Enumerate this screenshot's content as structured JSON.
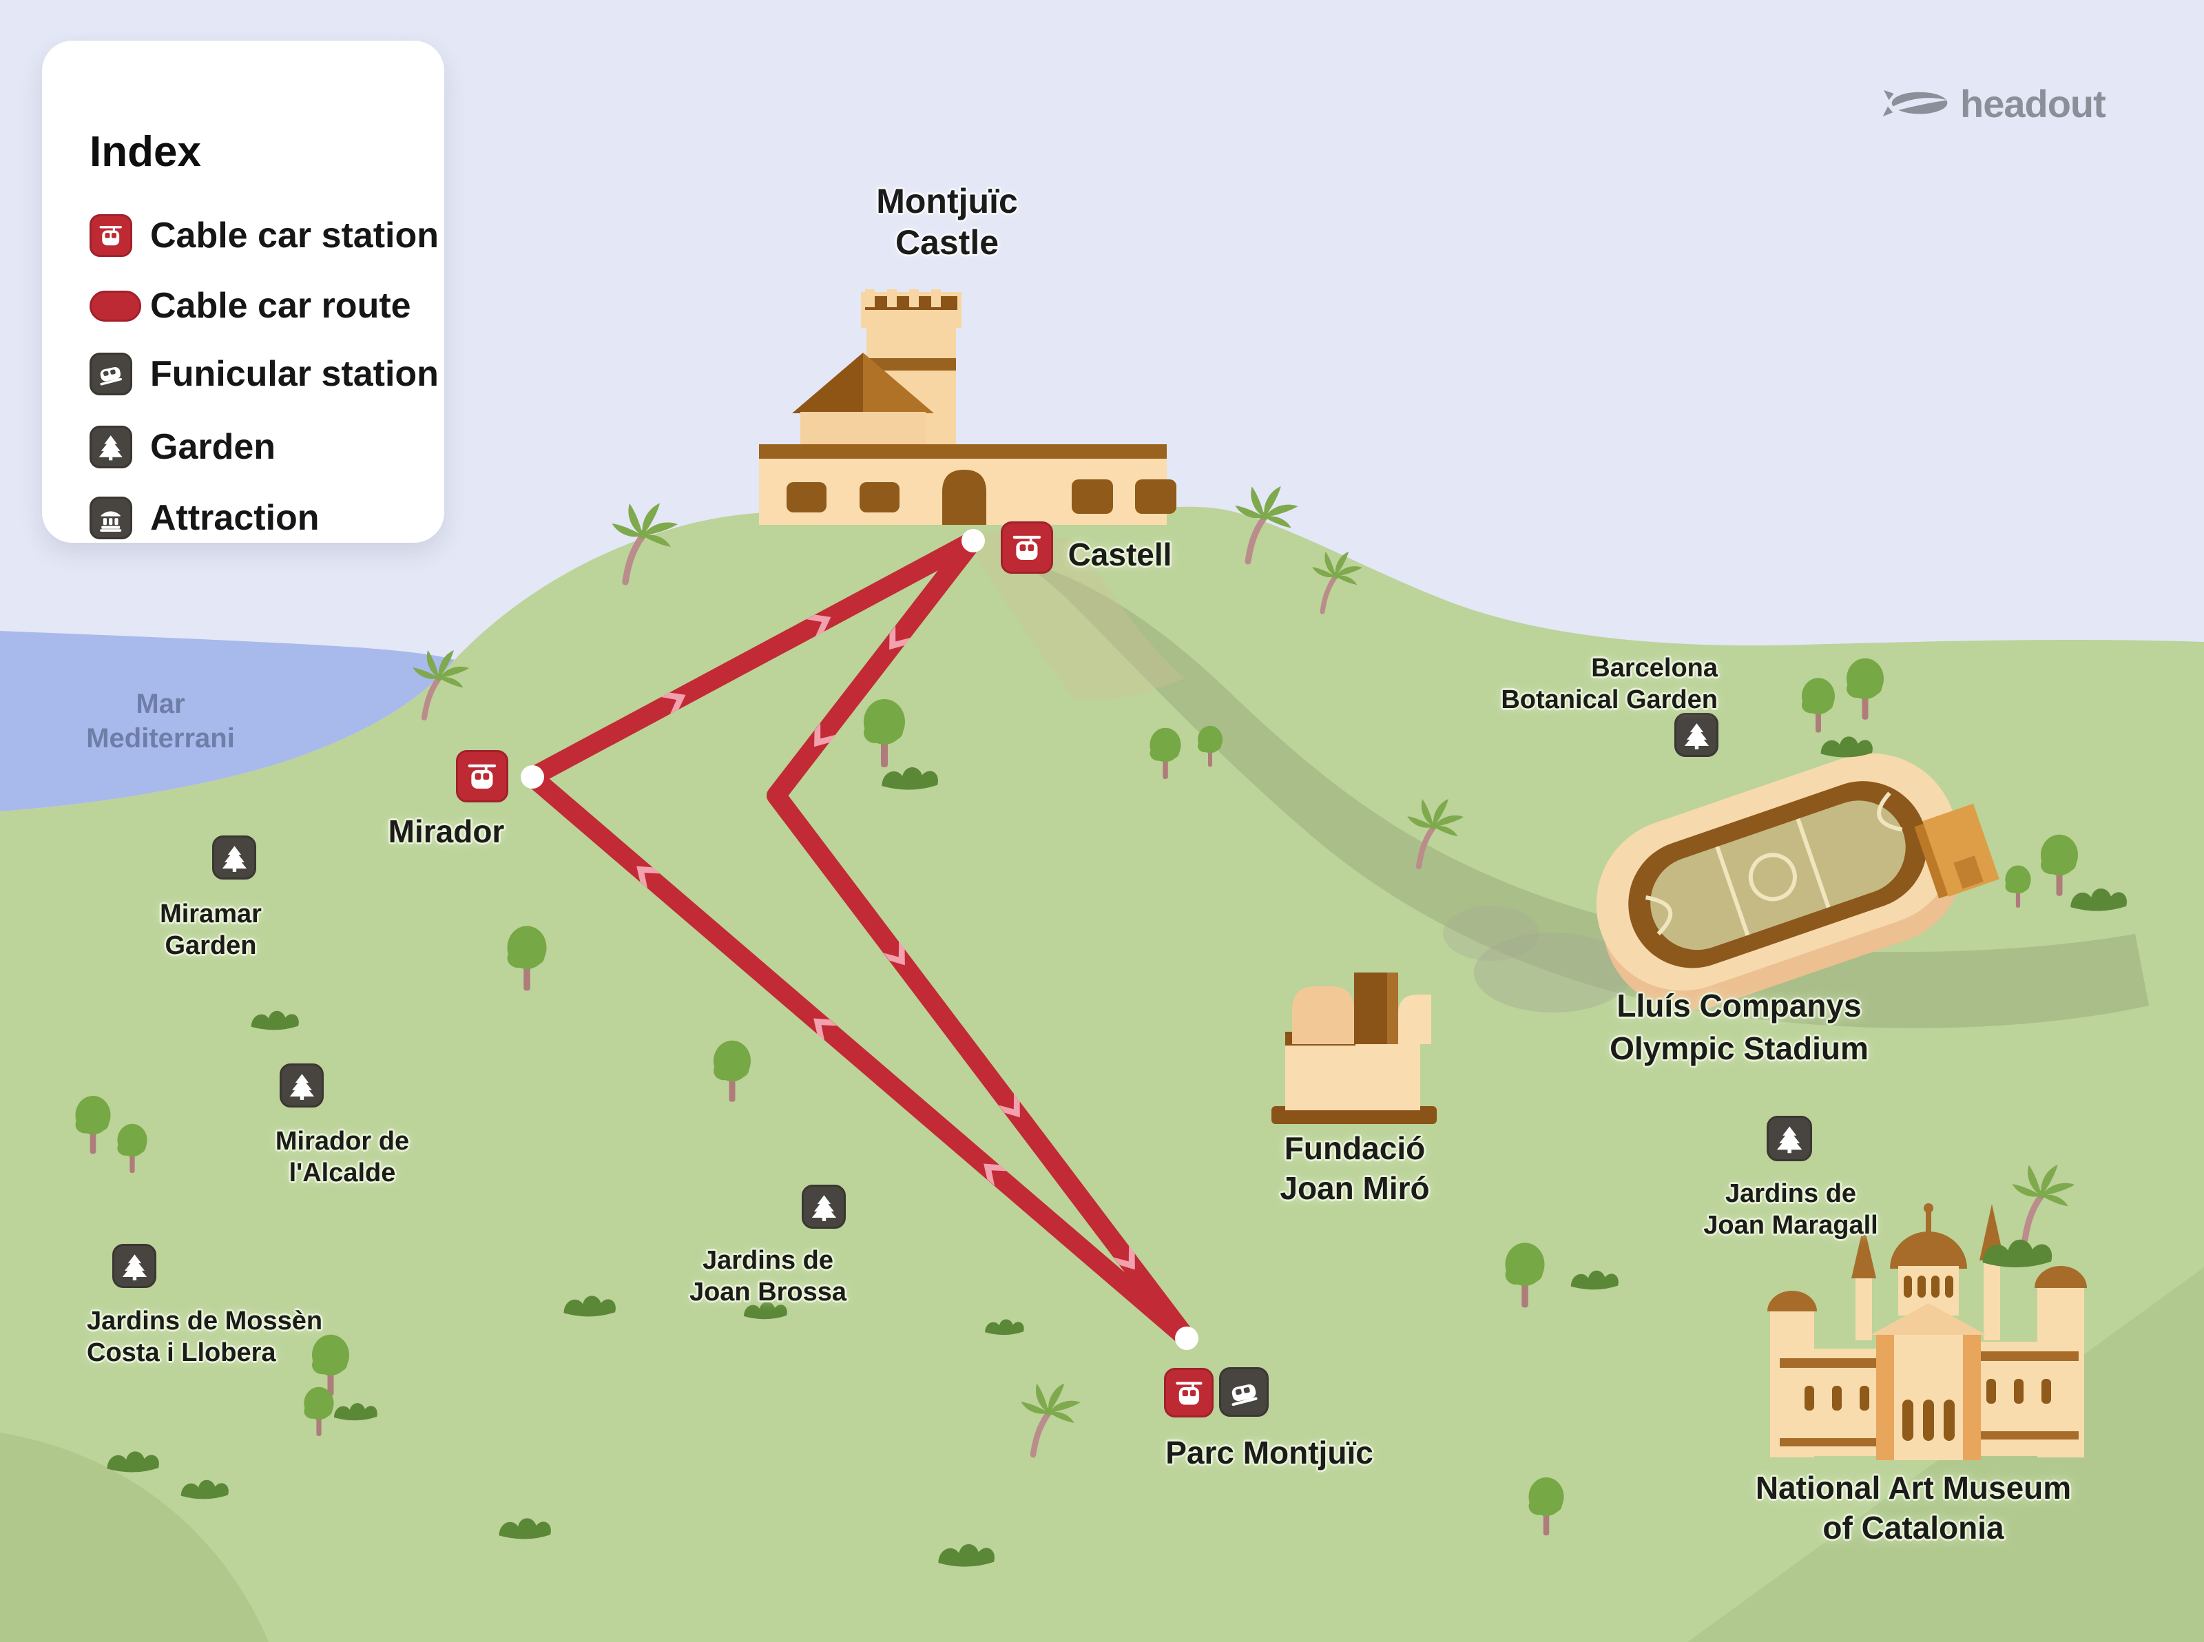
{
  "legend": {
    "title": "Index",
    "items": [
      {
        "label": "Cable car station",
        "icon": "cable-car-station-icon"
      },
      {
        "label": "Cable car route",
        "icon": "cable-car-route-swatch"
      },
      {
        "label": "Funicular station",
        "icon": "funicular-station-icon"
      },
      {
        "label": "Garden",
        "icon": "garden-icon"
      },
      {
        "label": "Attraction",
        "icon": "attraction-icon"
      }
    ]
  },
  "logo": {
    "text": "headout"
  },
  "sea": {
    "line1": "Mar",
    "line2": "Mediterrani"
  },
  "stations": {
    "castell": {
      "label": "Castell"
    },
    "mirador": {
      "label": "Mirador"
    },
    "parc": {
      "label": "Parc Montjuïc"
    }
  },
  "places": {
    "castle": {
      "line1": "Montjuïc",
      "line2": "Castle"
    },
    "miramar": {
      "line1": "Miramar",
      "line2": "Garden"
    },
    "alcalde": {
      "line1": "Mirador de",
      "line2": "l'Alcalde"
    },
    "mossen": {
      "line1": "Jardins de Mossèn",
      "line2": "Costa i Llobera"
    },
    "brossa": {
      "line1": "Jardins de",
      "line2": "Joan Brossa"
    },
    "botanical": {
      "line1": "Barcelona",
      "line2": "Botanical Garden"
    },
    "stadium": {
      "line1": "Lluís Companys",
      "line2": "Olympic Stadium"
    },
    "fundacio": {
      "line1": "Fundació",
      "line2": "Joan Miró"
    },
    "maragall": {
      "line1": "Jardins de",
      "line2": "Joan Maragall"
    },
    "museum": {
      "line1": "National Art Museum",
      "line2": "of Catalonia"
    }
  },
  "colors": {
    "sky": "#E4E7F5",
    "sea_blue": "#A8B9EC",
    "land_green": "#BCD39A",
    "route_red": "#C22A35",
    "chevron_pink": "#F2A1AE",
    "station_red": "#BE2A34",
    "icon_dark": "#484440",
    "sea_label_blue": "#6F7EA8",
    "logo_gray": "#8B8F99",
    "building_cream": "#F8DAAB",
    "building_brown": "#9A621F"
  }
}
